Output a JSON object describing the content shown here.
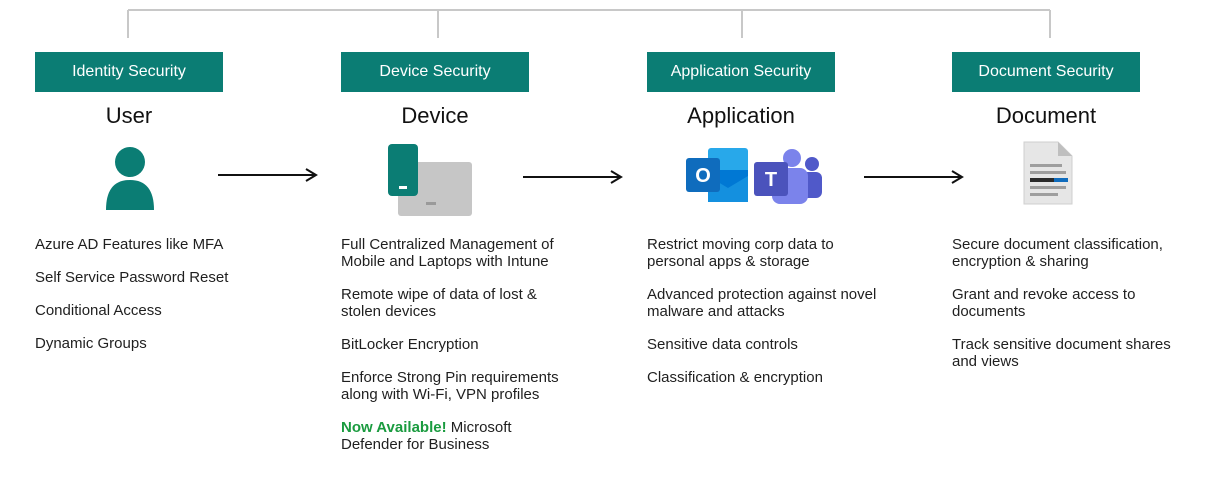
{
  "colors": {
    "badge": "#0b7d74",
    "connector": "#c8c8c8",
    "arrow": "#111111",
    "highlight": "#1a9b3f",
    "device_phone": "#0b7d74",
    "device_laptop": "#c6c6c6",
    "outlook": "#0f6cbd",
    "teams": "#5b5fc7"
  },
  "columns": [
    {
      "badge": "Identity Security",
      "heading": "User",
      "icon": "user-icon",
      "bullets": [
        "Azure AD Features like MFA",
        "Self Service Password Reset",
        "Conditional Access",
        "Dynamic Groups"
      ]
    },
    {
      "badge": "Device Security",
      "heading": "Device",
      "icon": "device-icon",
      "bullets": [
        "Full Centralized Management of\nMobile and Laptops with Intune",
        "Remote wipe of data of lost &\nstolen devices",
        "BitLocker Encryption",
        "Enforce Strong Pin requirements\nalong with Wi-Fi, VPN profiles"
      ],
      "highlight_bullet": {
        "highlight": "Now Available!",
        "rest": " Microsoft\nDefender for Business"
      }
    },
    {
      "badge": "Application Security",
      "heading": "Application",
      "icon": "outlook-teams-icon",
      "icon_letters": [
        "O",
        "T"
      ],
      "bullets": [
        "Restrict moving corp data to\npersonal apps & storage",
        "Advanced protection against novel\nmalware and attacks",
        "Sensitive data controls",
        "Classification & encryption"
      ]
    },
    {
      "badge": "Document Security",
      "heading": "Document",
      "icon": "document-icon",
      "bullets": [
        "Secure document classification,\nencryption & sharing",
        "Grant and revoke access to\ndocuments",
        "Track sensitive document shares\nand views"
      ]
    }
  ]
}
